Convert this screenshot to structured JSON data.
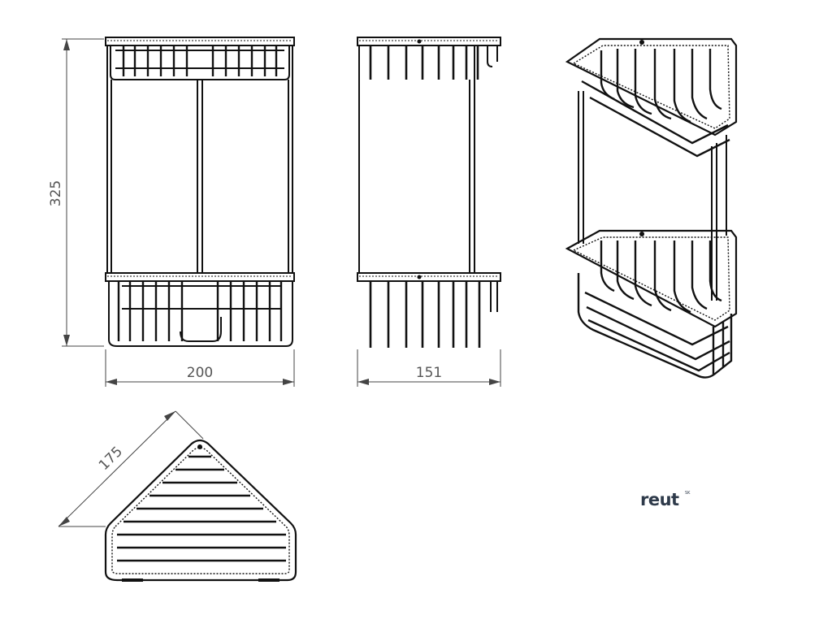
{
  "dimensions": {
    "height": "325",
    "width": "200",
    "depth": "151",
    "side": "175"
  },
  "brand": {
    "name": "reut",
    "superscript": "SK"
  },
  "colors": {
    "line": "#111111",
    "dimension": "#555555",
    "brand": "#2e3a4a"
  }
}
